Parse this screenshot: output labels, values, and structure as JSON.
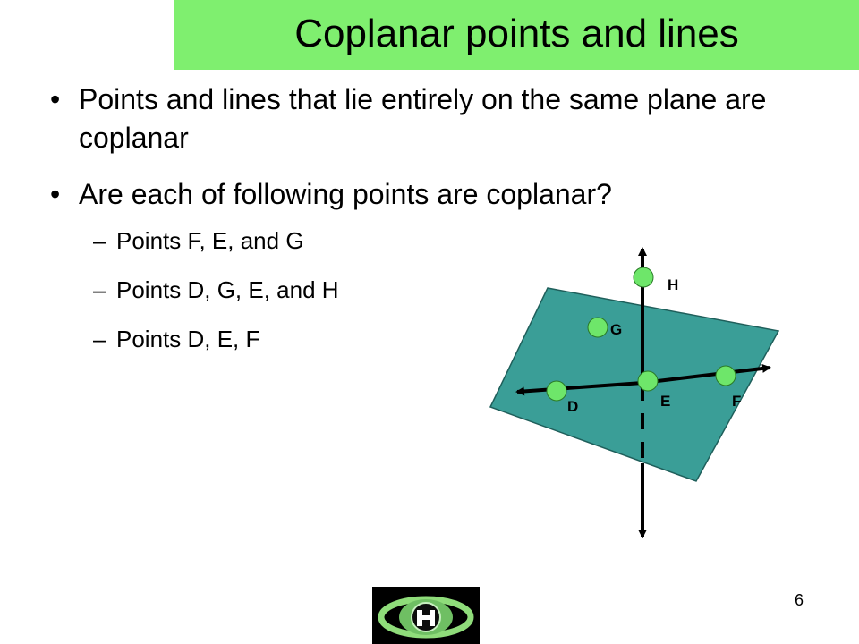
{
  "title": "Coplanar points and lines",
  "bullets": [
    {
      "marker": "•",
      "text": "Points and lines that lie entirely on the same plane are coplanar"
    },
    {
      "marker": "•",
      "text": "Are each of following points are coplanar?"
    }
  ],
  "sub_items": [
    {
      "marker": "–",
      "text": "Points F, E, and G"
    },
    {
      "marker": "–",
      "text": "Points D, G, E, and H"
    },
    {
      "marker": "–",
      "text": "Points D, E, F"
    }
  ],
  "diagram": {
    "labels": {
      "H": "H",
      "G": "G",
      "D": "D",
      "E": "E",
      "F": "F"
    },
    "colors": {
      "plane": "#3a9e97",
      "point": "#6ee66a",
      "line": "#000000"
    }
  },
  "page_number": "6",
  "colors": {
    "title_bar": "#7fef6f",
    "logo_bg": "#000000",
    "logo_accent": "#8fdc7a"
  }
}
